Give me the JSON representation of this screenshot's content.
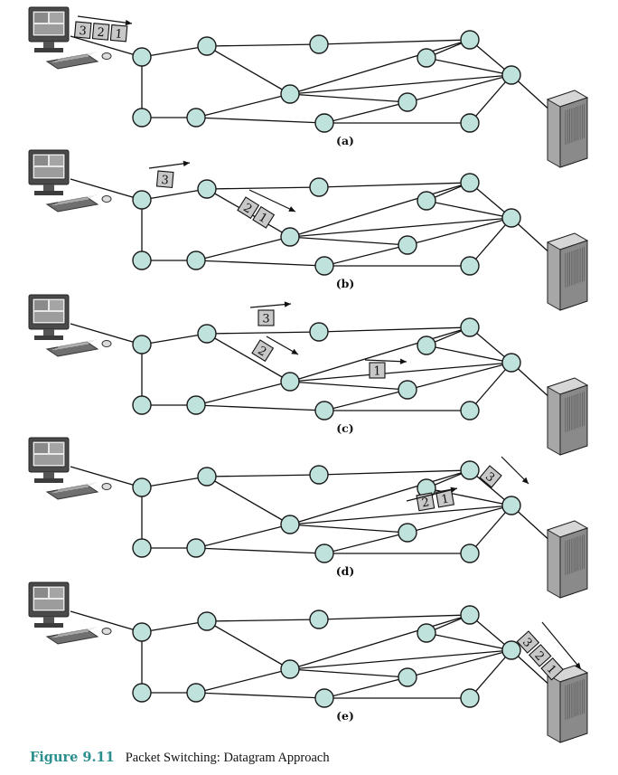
{
  "panels": [
    {
      "label": "(a)",
      "packets": [
        {
          "text": "3",
          "at": "source"
        },
        {
          "text": "2",
          "at": "source"
        },
        {
          "text": "1",
          "at": "source"
        }
      ]
    },
    {
      "label": "(b)",
      "packets": [
        {
          "text": "3",
          "at": "link n1-n2"
        },
        {
          "text": "2",
          "at": "link n2-n5"
        },
        {
          "text": "1",
          "at": "link n2-n5"
        }
      ]
    },
    {
      "label": "(c)",
      "packets": [
        {
          "text": "3",
          "at": "link n2-n3"
        },
        {
          "text": "2",
          "at": "link n2-n5"
        },
        {
          "text": "1",
          "at": "link n5-n7"
        }
      ]
    },
    {
      "label": "(d)",
      "packets": [
        {
          "text": "3",
          "at": "link n10-destination"
        },
        {
          "text": "2",
          "at": "link n5-n10"
        },
        {
          "text": "1",
          "at": "link n5-n10"
        }
      ]
    },
    {
      "label": "(e)",
      "packets": [
        {
          "text": "3",
          "at": "destination"
        },
        {
          "text": "2",
          "at": "destination"
        },
        {
          "text": "1",
          "at": "destination"
        }
      ]
    }
  ],
  "caption": {
    "number": "Figure 9.11",
    "text": "Packet Switching: Datagram Approach"
  },
  "colors": {
    "node_fill": "#bfe3dc",
    "node_stroke": "#1a1a1a",
    "packet_fill": "#c8c8c8",
    "caption_accent": "#2a8f8d"
  }
}
